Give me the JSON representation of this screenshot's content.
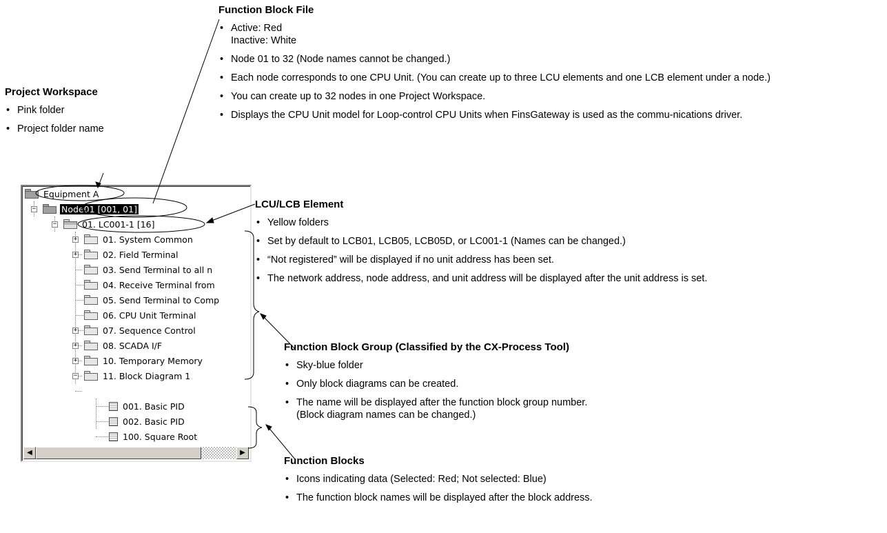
{
  "callouts": {
    "function_block_file": {
      "title": "Function Block File",
      "items": [
        "Active: Red",
        "Inactive: White",
        "Node 01 to 32 (Node names cannot be changed.)",
        "Each node corresponds to one CPU Unit. (You can create up to three LCU elements and one LCB element under a node.)",
        "You can create up to 32 nodes in one Project Workspace.",
        "Displays the CPU Unit model for Loop-control CPU Units when FinsGateway is used as the commu-nications driver."
      ]
    },
    "project_workspace": {
      "title": "Project Workspace",
      "items": [
        "Pink folder",
        "Project folder name"
      ]
    },
    "lcu_lcb_element": {
      "title": "LCU/LCB Element",
      "items": [
        "Yellow folders",
        "Set by default to LCB01, LCB05, LCB05D, or LC001-1 (Names can be changed.)",
        "“Not registered” will be displayed if no unit address has been set.",
        "The network address, node address, and unit address will be displayed after the unit address is set."
      ]
    },
    "function_block_group": {
      "title": "Function Block Group (Classified by the CX-Process Tool)",
      "items": [
        "Sky-blue folder",
        "Only block diagrams can be created.",
        "The name will be displayed after the function block group number.",
        "(Block diagram names can be changed.)"
      ]
    },
    "function_blocks": {
      "title": "Function Blocks",
      "items": [
        "Icons indicating data (Selected: Red; Not selected: Blue)",
        "The function block names will be displayed after the block address."
      ]
    }
  },
  "tree": {
    "workspace": "Equipment A",
    "node": "Node01 [001, 01]",
    "element": "01. LC001-1 [16]",
    "groups": [
      "01. System Common",
      "02. Field Terminal",
      "03. Send Terminal to all n",
      "04. Receive Terminal from",
      "05. Send Terminal to Comp",
      "06. CPU Unit Terminal",
      "07. Sequence Control",
      "08. SCADA I/F",
      "10. Temporary Memory",
      "11. Block Diagram 1"
    ],
    "blocks": [
      "001. Basic PID",
      "002. Basic PID",
      "100. Square Root"
    ],
    "expanders": {
      "plus": "+",
      "minus": "−"
    },
    "icons": {
      "workspace": "folder-icon",
      "node": "folder-icon",
      "element": "open-folder-icon",
      "group": "folder-icon",
      "block": "block-diagram-icon"
    }
  },
  "scrollbar": {
    "left_arrow": "◀",
    "right_arrow": "▶"
  }
}
